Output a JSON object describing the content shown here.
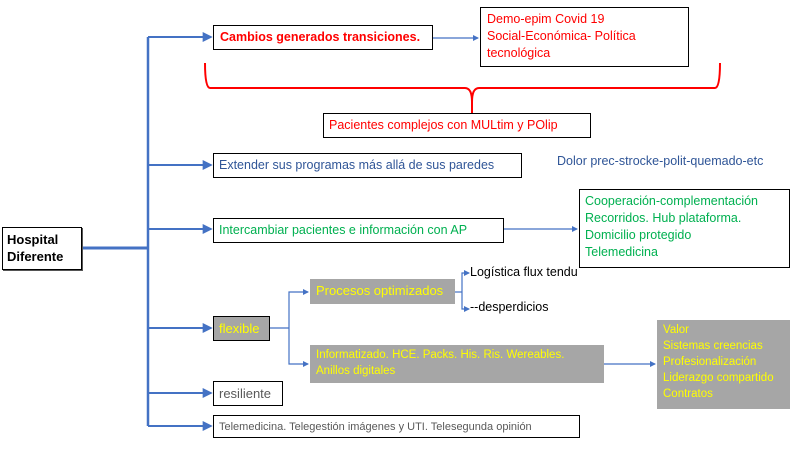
{
  "diagram": {
    "root": {
      "lines": [
        "Hospital",
        "Diferente"
      ]
    },
    "colors": {
      "connector_blue": "#4472c4",
      "brace_red": "#ff0000",
      "text_red": "#ff0000",
      "text_blue": "#2f5597",
      "text_green": "#00b050",
      "text_yellow": "#ffff00",
      "fill_grey": "#a6a6a6",
      "text_grey": "#595959"
    },
    "branches": {
      "cambios": {
        "label": "Cambios generados transiciones.",
        "detail": {
          "lines": [
            "Demo-epim Covid 19",
            "Social-Económica- Política",
            "tecnológica"
          ]
        },
        "brace_summary": "Pacientes complejos con MULtim  y POlip"
      },
      "extender": {
        "label": "Extender sus programas más allá de sus paredes",
        "note": "Dolor prec-strocke-polit-quemado-etc"
      },
      "intercambiar": {
        "label": "Intercambiar pacientes e información con AP",
        "detail": {
          "lines": [
            "Cooperación-complementación",
            "Recorridos. Hub plataforma.",
            "Domicilio protegido",
            "Telemedicina"
          ]
        }
      },
      "flexible": {
        "label": "flexible",
        "procesos": {
          "label": "Procesos optimizados",
          "children": [
            "Logística flux tendu",
            "--desperdicios"
          ]
        },
        "informatizado": {
          "lines": [
            "Informatizado. HCE. Packs. His. Ris. Wereables.",
            "Anillos digitales"
          ],
          "detail": {
            "lines": [
              "Valor",
              "Sistemas creencias",
              "Profesionalización",
              "Liderazgo compartido",
              "Contratos"
            ]
          }
        }
      },
      "resiliente": {
        "label": "resiliente"
      },
      "telemedicina": {
        "label": "Telemedicina. Telegestión imágenes y UTI. Telesegunda opinión"
      }
    }
  }
}
